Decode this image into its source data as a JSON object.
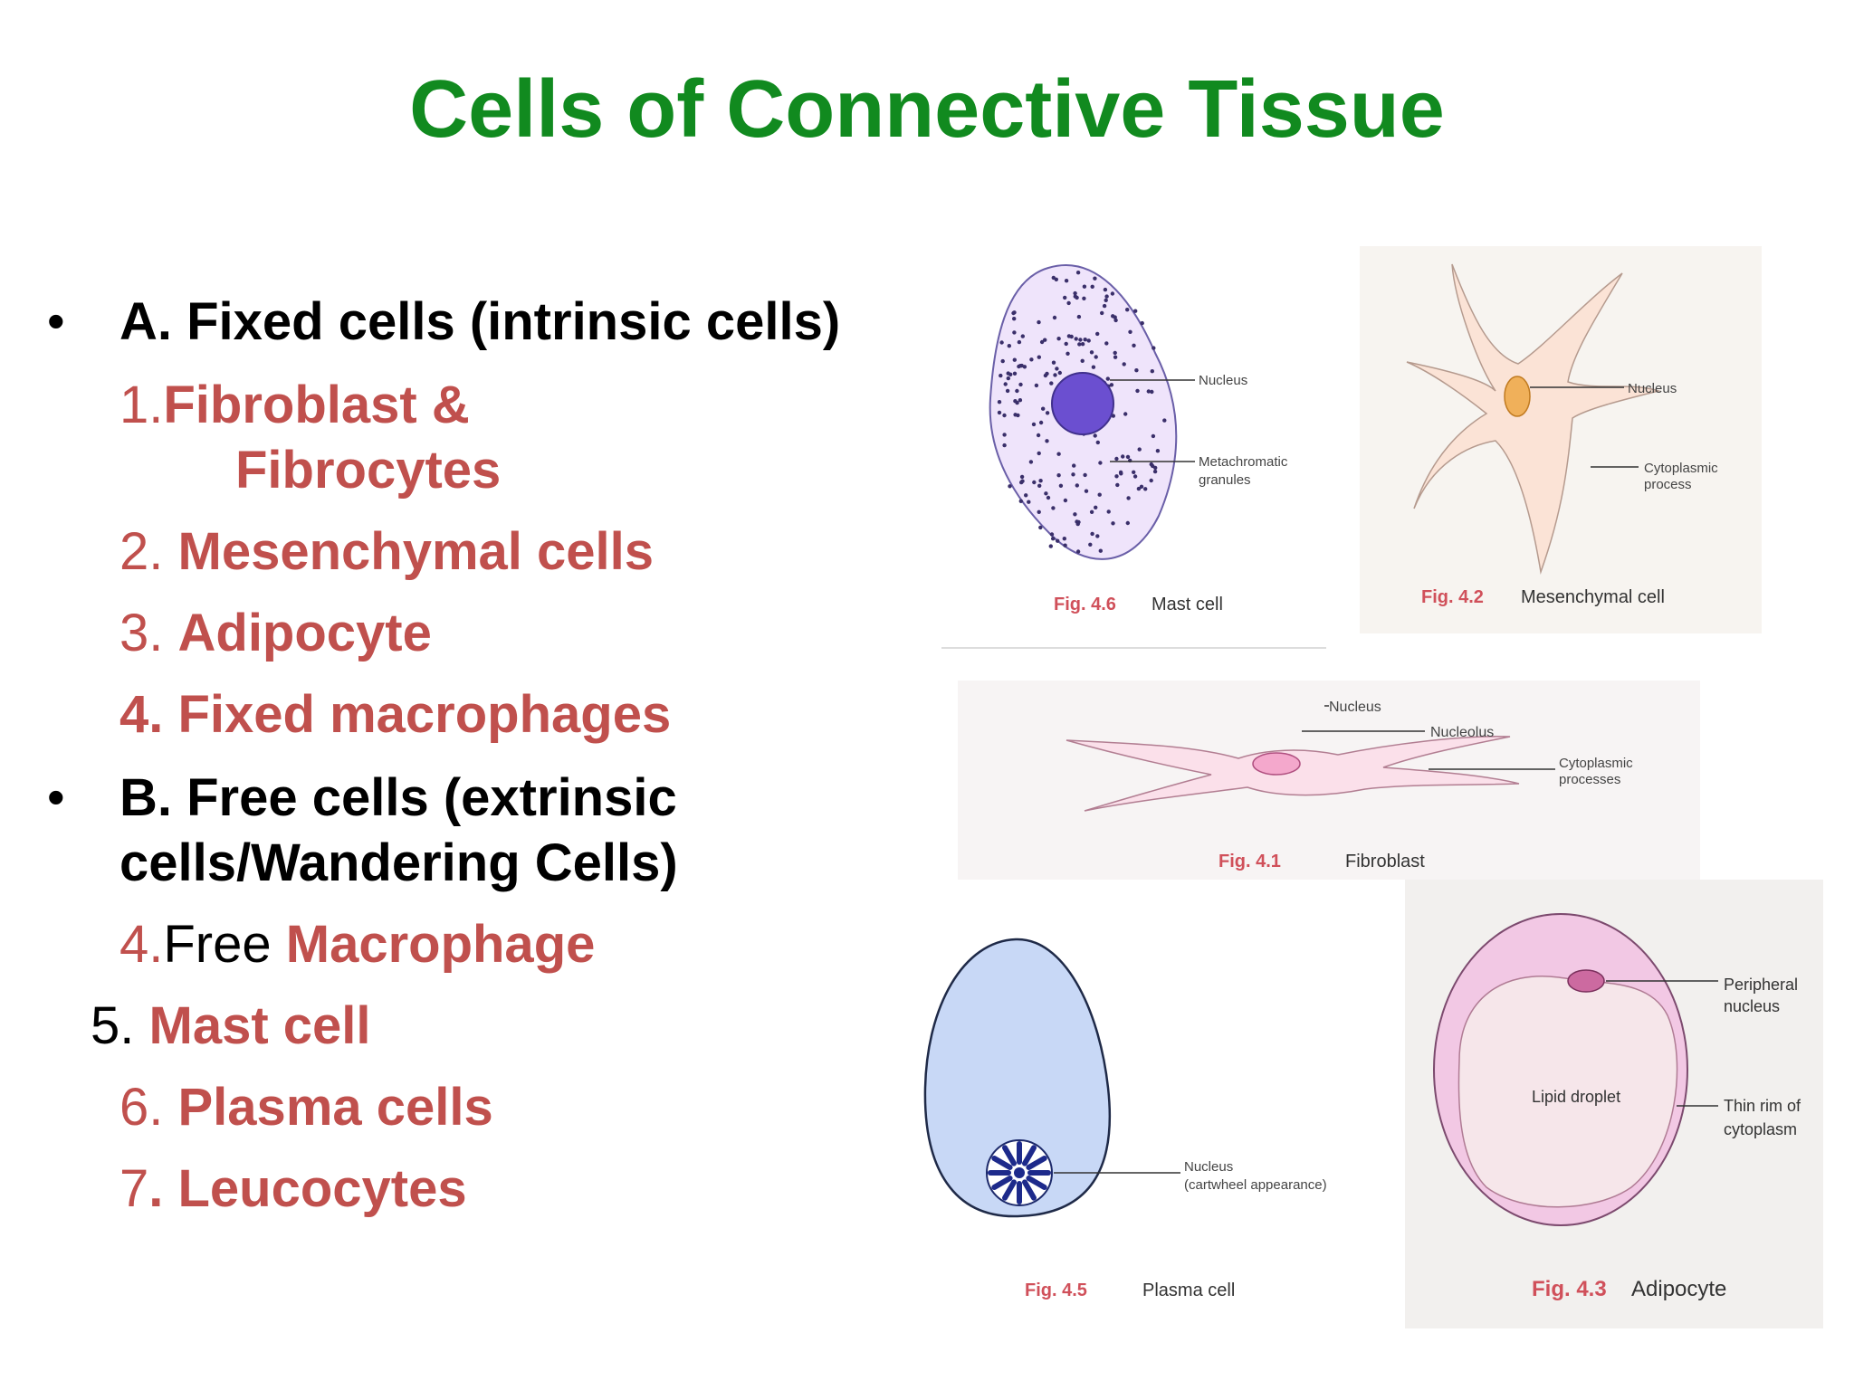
{
  "title": "Cells of Connective Tissue",
  "list": {
    "a_heading": "A. Fixed cells (intrinsic cells)",
    "items_fixed": [
      {
        "num": "1.",
        "text": "Fibroblast &"
      },
      {
        "num": "",
        "text": "Fibrocytes"
      },
      {
        "num": "2. ",
        "text": "Mesenchymal cells"
      },
      {
        "num": "3. ",
        "text": "Adipocyte"
      },
      {
        "num": "",
        "text": "4. Fixed macrophages"
      }
    ],
    "b_heading_line1": "B. Free cells (extrinsic",
    "b_heading_line2": "cells/Wandering Cells)",
    "items_free": [
      {
        "num": "4.",
        "plain": "Free ",
        "text": "Macrophage"
      },
      {
        "num": "5. ",
        "text": "Mast cell"
      },
      {
        "num": "6. ",
        "text": "Plasma cells"
      },
      {
        "num": "7",
        "text": ". Leucocytes"
      }
    ]
  },
  "figures": {
    "mast": {
      "fig": "Fig. 4.6",
      "caption": "Mast cell",
      "labels": [
        "Nucleus",
        "Metachromatic",
        "granules"
      ]
    },
    "mesenchymal": {
      "fig": "Fig. 4.2",
      "caption": "Mesenchymal cell",
      "labels": [
        "Nucleus",
        "Cytoplasmic",
        "process"
      ]
    },
    "fibroblast": {
      "fig": "Fig. 4.1",
      "caption": "Fibroblast",
      "labels": [
        "Nucleus",
        "Nucleolus",
        "Cytoplasmic",
        "processes"
      ]
    },
    "plasma": {
      "fig": "Fig. 4.5",
      "caption": "Plasma cell",
      "labels": [
        "Nucleus",
        "(cartwheel appearance)"
      ]
    },
    "adipocyte": {
      "fig": "Fig. 4.3",
      "caption": "Adipocyte",
      "labels": [
        "Peripheral",
        "nucleus",
        "Lipid droplet",
        "Thin rim of",
        "cytoplasm"
      ]
    }
  },
  "colors": {
    "title": "#118a1f",
    "accent": "#c0504d",
    "fig_label": "#d0505a"
  }
}
